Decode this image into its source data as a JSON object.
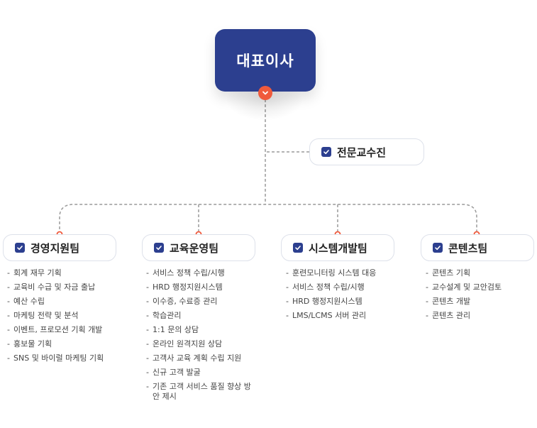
{
  "ceo": {
    "label": "대표이사"
  },
  "advisor": {
    "label": "전문교수진"
  },
  "teams": [
    {
      "name": "경영지원팀",
      "items": [
        "회계 재무 기획",
        "교육비 수급 및 자금 출납",
        "예산 수립",
        "마케팅 전략 및 분석",
        "이벤트, 프로모션 기획 개발",
        "홍보물 기획",
        "SNS 및 바이럴 마케팅 기획"
      ]
    },
    {
      "name": "교육운영팀",
      "items": [
        "서비스 정책 수립/시행",
        "HRD 행정지원시스템",
        "이수증, 수료증 관리",
        "학습관리",
        "1:1 문의 상담",
        "온라인 원격지원 상담",
        "고객사 교육 계획 수립 지원",
        "신규 고객 발굴",
        "기존 고객 서비스 품질 향상 방안 제시"
      ]
    },
    {
      "name": "시스템개발팀",
      "items": [
        "훈련모니터링 시스템 대응",
        "서비스 정책 수립/시행",
        "HRD 행정지원시스템",
        "LMS/LCMS 서버 관리"
      ]
    },
    {
      "name": "콘텐츠팀",
      "items": [
        "콘텐츠 기획",
        "교수설계 및 교안검토",
        "콘텐츠 개발",
        "콘텐츠 관리"
      ]
    }
  ],
  "colors": {
    "primary": "#2c3f8f",
    "accent": "#f05a3c",
    "line": "#9a9a9a",
    "border": "#dde1ea"
  }
}
